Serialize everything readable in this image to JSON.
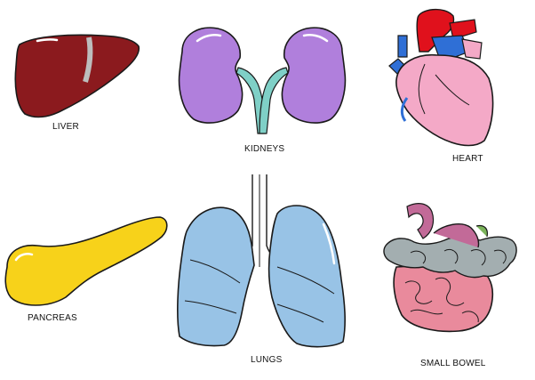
{
  "organs": {
    "liver": {
      "label": "LIVER",
      "color": "#8b1a1e"
    },
    "kidneys": {
      "label": "KIDNEYS",
      "color": "#b07fdc"
    },
    "heart": {
      "label": "HEART",
      "color": "#f4a9c7"
    },
    "pancreas": {
      "label": "PANCREAS",
      "color": "#f7d21a"
    },
    "lungs": {
      "label": "LUNGS",
      "color": "#98c3e6"
    },
    "small_bowel": {
      "label": "SMALL BOWEL",
      "color": "#e98a9c"
    }
  }
}
